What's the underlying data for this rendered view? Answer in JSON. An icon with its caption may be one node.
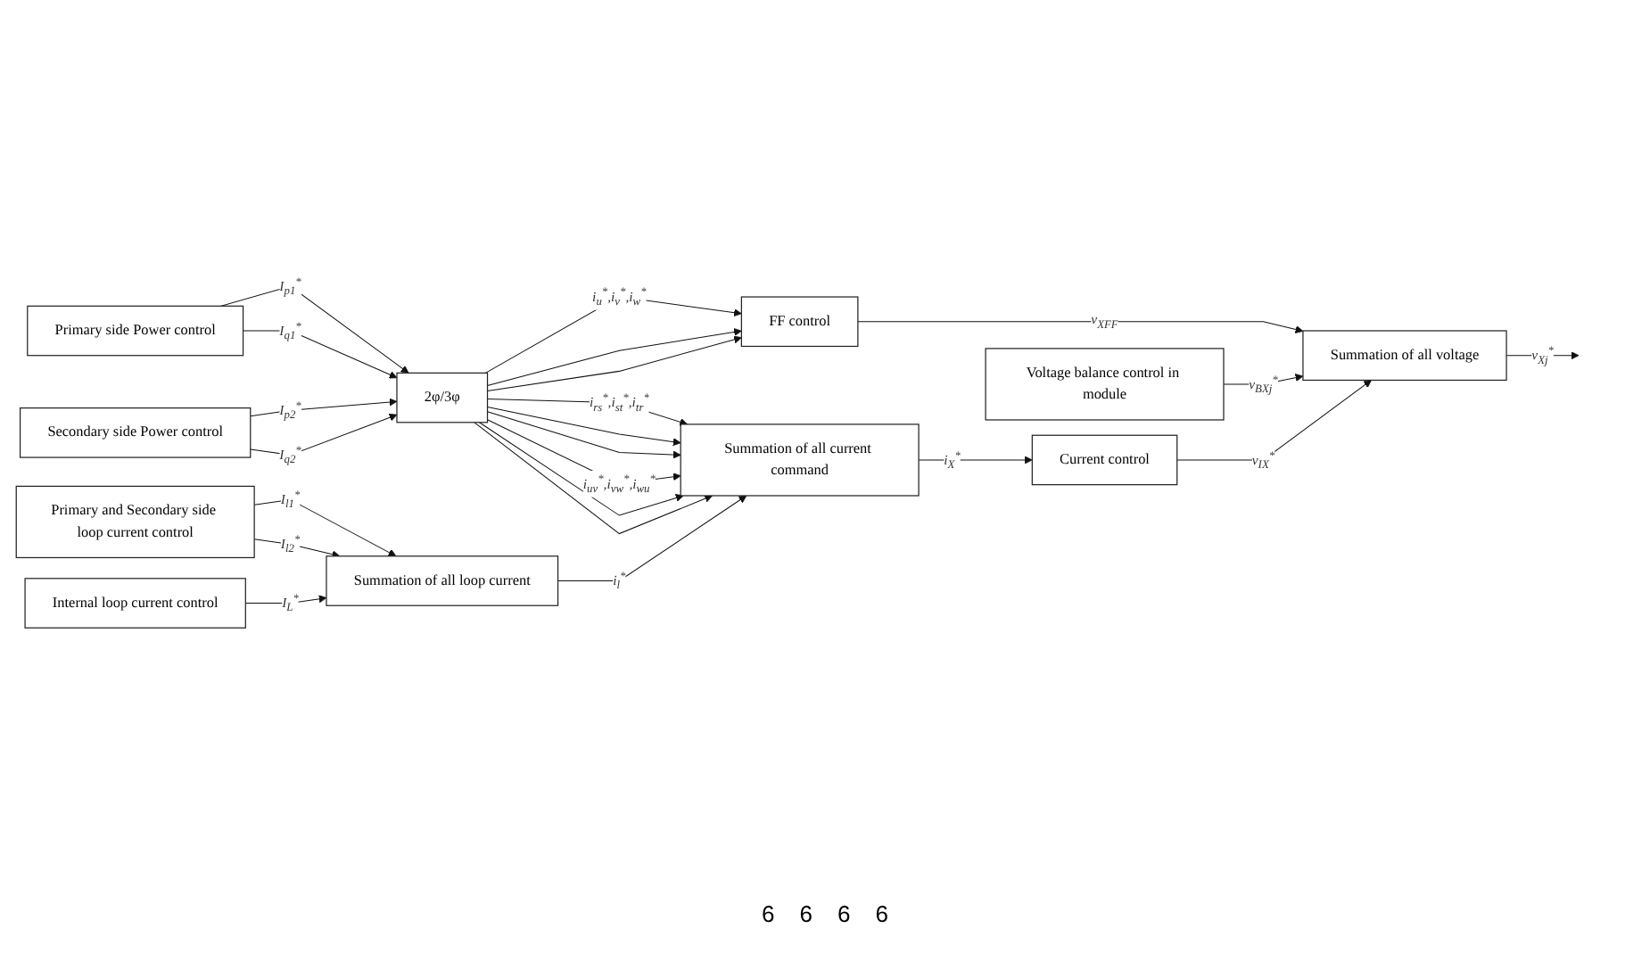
{
  "diagram": {
    "nodes": [
      {
        "text": [
          "Primary side Power control"
        ]
      },
      {
        "text": [
          "Secondary side Power control"
        ]
      },
      {
        "text": [
          "Primary and Secondary side loop current control"
        ]
      },
      {
        "text": [
          "Internal loop current control"
        ]
      },
      {
        "text": [
          "2φ/3φ"
        ]
      },
      {
        "text": [
          "Summation of all loop current"
        ]
      },
      {
        "text": [
          "FF control"
        ]
      },
      {
        "text": [
          "Summation of all current command"
        ]
      },
      {
        "text": [
          "Voltage balance control in module"
        ]
      },
      {
        "text": [
          "Summation of all voltage"
        ]
      },
      {
        "text": [
          "Current control"
        ]
      }
    ],
    "edges": [
      {
        "from": 0,
        "to": 4,
        "arrow": "to",
        "label": "I$_{p1}$$^{*}$"
      },
      {
        "from": 0,
        "to": 4,
        "arrow": "to",
        "label": "I$_{q1}$$^{*}$"
      },
      {
        "from": 1,
        "to": 4,
        "arrow": "to",
        "label": "I$_{p2}$$^{*}$"
      },
      {
        "from": 1,
        "to": 4,
        "arrow": "to",
        "label": "I$_{q2}$$^{*}$"
      },
      {
        "from": 2,
        "to": 5,
        "arrow": "to",
        "label": "I$_{l1}$$^{*}$"
      },
      {
        "from": 2,
        "to": 5,
        "arrow": "to",
        "label": "I$_{l2}$$^{*}$"
      },
      {
        "from": 3,
        "to": 5,
        "arrow": "to",
        "label": "I$_{L}$$^{*}$"
      },
      {
        "from": 4,
        "to": 6,
        "arrow": "to",
        "label": "i$_{u}$$^{*}$,i$_{v}$$^{*}$,i$_{w}$$^{*}$"
      },
      {
        "from": 4,
        "to": 6,
        "arrow": "to"
      },
      {
        "from": 4,
        "to": 6,
        "arrow": "to"
      },
      {
        "from": 4,
        "to": 7,
        "arrow": "to",
        "label": "i$_{rs}$$^{*}$,i$_{st}$$^{*}$,i$_{tr}$$^{*}$"
      },
      {
        "from": 4,
        "to": 7,
        "arrow": "to"
      },
      {
        "from": 4,
        "to": 7,
        "arrow": "to"
      },
      {
        "from": 4,
        "to": 7,
        "arrow": "to",
        "label": "i$_{uv}$$^{*}$,i$_{vw}$$^{*}$,i$_{wu}$$^{*}$"
      },
      {
        "from": 4,
        "to": 7,
        "arrow": "to"
      },
      {
        "from": 4,
        "to": 7,
        "arrow": "to"
      },
      {
        "from": 5,
        "to": 7,
        "arrow": "to",
        "label": "i$_{l}$$^{*}$"
      },
      {
        "from": 6,
        "to": 9,
        "arrow": "to",
        "label": "v$_{XFF}$"
      },
      {
        "from": 8,
        "to": 9,
        "arrow": "to",
        "label": "v$_{BXj}$$^{*}$"
      },
      {
        "from": 7,
        "to": 10,
        "arrow": "to",
        "label": "i$_{X}$$^{*}$"
      },
      {
        "from": 10,
        "to": 9,
        "arrow": "to",
        "label": "v$_{IX}$$^{*}$"
      },
      {
        "from": 9,
        "to": null,
        "arrow": "to",
        "label": "v$_{Xj}$$^{*}$"
      }
    ],
    "labels": [
      "6",
      "6",
      "6",
      "6"
    ]
  }
}
